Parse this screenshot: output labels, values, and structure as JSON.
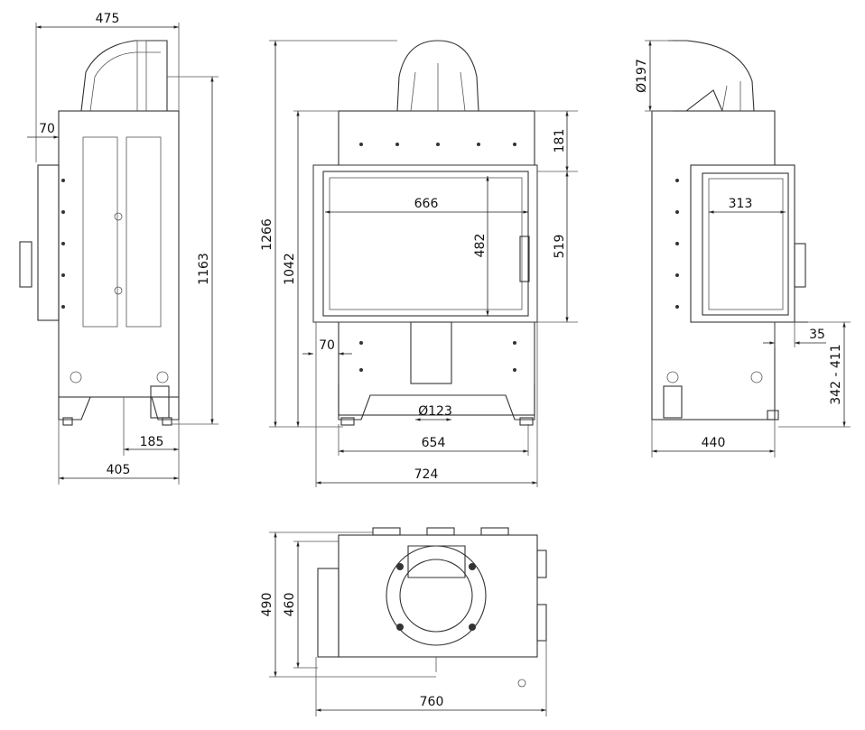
{
  "side_view": {
    "width_total": "475",
    "door_offset": "70",
    "height_flue": "1163",
    "foot_offset": "185",
    "depth": "405"
  },
  "front_view": {
    "height_total": "1266",
    "height_body": "1042",
    "glass_width": "666",
    "glass_height": "482",
    "door_height": "519",
    "top_offset": "181",
    "side_offset": "70",
    "duct_diameter": "Ø123",
    "leg_span": "654",
    "width": "724"
  },
  "right_view": {
    "flue_diameter": "Ø197",
    "glass_width": "313",
    "door_offset": "35",
    "floor_height": "342 - 411",
    "depth": "440"
  },
  "top_view": {
    "depth_total": "490",
    "depth_body": "460",
    "width": "760"
  }
}
